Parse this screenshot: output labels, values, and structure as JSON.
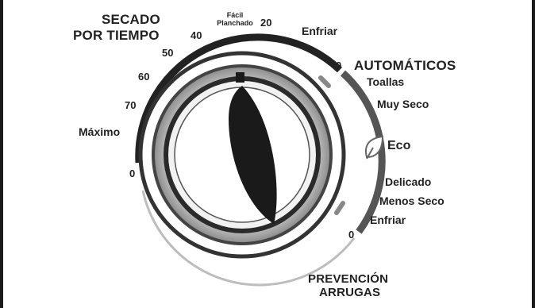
{
  "dial": {
    "timed_section": {
      "title_line1": "SECADO",
      "title_line2": "POR TIEMPO",
      "labels": {
        "easy_iron_line1": "Fácil",
        "easy_iron_line2": "Planchado",
        "t20": "20",
        "t40": "40",
        "t50": "50",
        "t60": "60",
        "t70": "70",
        "max": "Máximo",
        "zero": "0",
        "cool": "Enfriar"
      }
    },
    "auto_section": {
      "title": "AUTOMÁTICOS",
      "zero_top": "0",
      "towels": "Toallas",
      "very_dry": "Muy Seco",
      "eco": "Eco",
      "delicate": "Delicado",
      "less_dry": "Menos Seco",
      "cool": "Enfriar",
      "zero_bottom": "0"
    },
    "wrinkle_section": {
      "title_line1": "PREVENCIÓN",
      "title_line2": "ARRUGAS"
    },
    "icons": [
      "leaf-icon"
    ],
    "colors": {
      "ink": "#1f1f1f",
      "ring_gray": "#9a9a9a",
      "knob_black": "#1a1a1a"
    }
  }
}
